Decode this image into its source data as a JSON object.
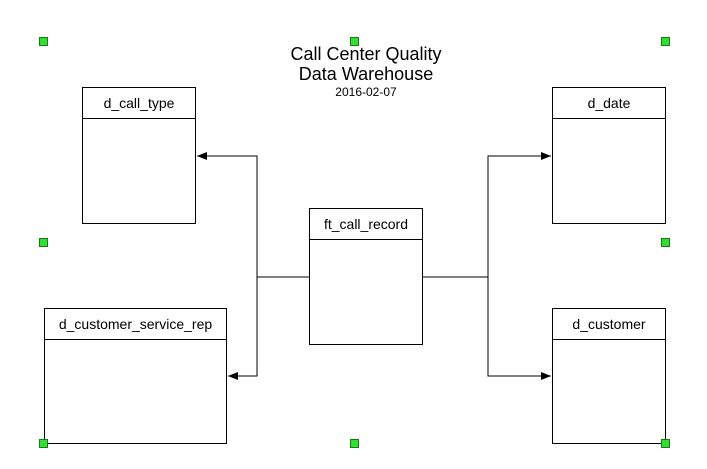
{
  "diagram": {
    "title_line1": "Call Center Quality",
    "title_line2": "Data Warehouse",
    "date": "2016-02-07",
    "entities": {
      "call_type": "d_call_type",
      "date": "d_date",
      "fact": "ft_call_record",
      "rep": "d_customer_service_rep",
      "customer": "d_customer"
    },
    "colors": {
      "line": "#000000",
      "handle_fill": "#33dd33",
      "handle_border": "#1a7a1a"
    }
  }
}
